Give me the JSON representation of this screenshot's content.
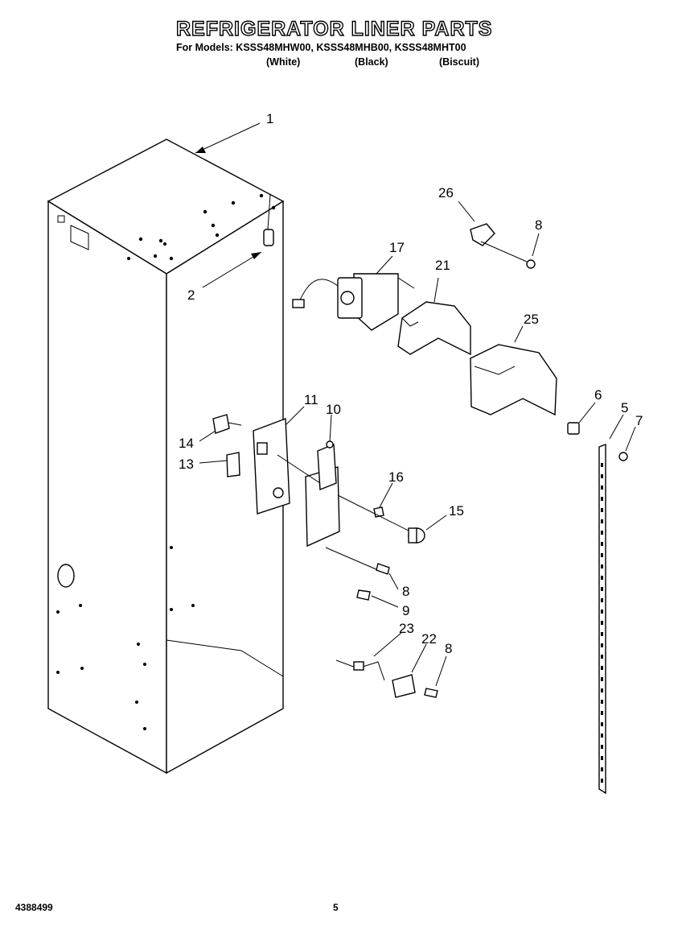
{
  "header": {
    "title": "REFRIGERATOR LINER PARTS",
    "models_line": "For Models: KSSS48MHW00, KSSS48MHB00, KSSS48MHT00",
    "colors": [
      "(White)",
      "(Black)",
      "(Biscuit)"
    ]
  },
  "footer": {
    "doc_number": "4388499",
    "page_number": "5"
  },
  "part_labels": {
    "p1": "1",
    "p2": "2",
    "p5": "5",
    "p6": "6",
    "p7": "7",
    "p8a": "8",
    "p8b": "8",
    "p8c": "8",
    "p9": "9",
    "p10": "10",
    "p11": "11",
    "p13": "13",
    "p14": "14",
    "p15": "15",
    "p16": "16",
    "p17": "17",
    "p21": "21",
    "p22": "22",
    "p23": "23",
    "p25": "25",
    "p26": "26"
  }
}
